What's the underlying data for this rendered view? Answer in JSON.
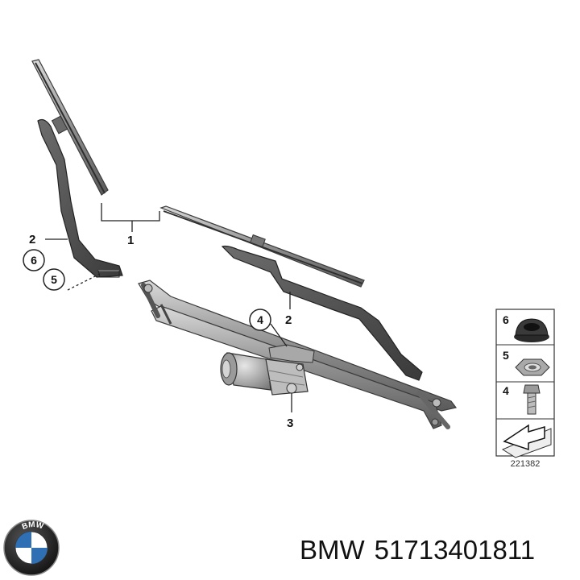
{
  "diagram": {
    "callouts": {
      "c1": "1",
      "c2_left": "2",
      "c2_right": "2",
      "c3": "3",
      "c4": "4",
      "c5": "5",
      "c6": "6"
    },
    "legend": {
      "rows": [
        {
          "num": "6",
          "part": "cap"
        },
        {
          "num": "5",
          "part": "hex nut"
        },
        {
          "num": "4",
          "part": "bolt"
        }
      ],
      "reference_number": "221382"
    }
  },
  "brand": {
    "logo_text": "BMW",
    "name": "BMW",
    "part_number": "51713401811"
  },
  "colors": {
    "metal_dark": "#4a4a4a",
    "metal_mid": "#8a8a8a",
    "metal_light": "#c8c8c8",
    "logo_blue": "#2f6fb3"
  }
}
